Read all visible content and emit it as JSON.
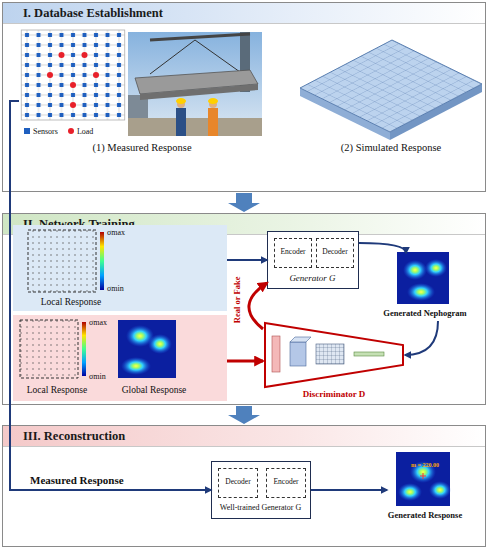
{
  "diagram": {
    "nodes": [
      {
        "text": [
          "I. Database Establishment"
        ]
      },
      {
        "text": [
          "(1) Measured Response"
        ],
        "in": 0
      },
      {
        "text": [
          "(2) Simulated Response"
        ],
        "in": 0
      },
      {
        "text": [
          "II. Network Training"
        ]
      },
      {
        "text": [
          "σmax",
          "σmin",
          "Local Response"
        ],
        "in": 3
      },
      {
        "text": [
          "Generator G"
        ],
        "in": 3
      },
      {
        "text": [
          "Encoder"
        ],
        "in": 5
      },
      {
        "text": [
          "Decoder"
        ],
        "in": 5
      },
      {
        "text": [
          "Generated Nephogram"
        ],
        "in": 3
      },
      {
        "text": [
          "σmax",
          "σmin",
          "Local Response",
          "Global Response"
        ],
        "in": 3
      },
      {
        "text": [
          "Discriminator D"
        ],
        "in": 3
      },
      {
        "text": [
          "III. Reconstruction"
        ]
      },
      {
        "text": [
          "Well-trained Generator G"
        ],
        "in": 11
      },
      {
        "text": [
          "Decoder"
        ],
        "in": 12
      },
      {
        "text": [
          "Encoder"
        ],
        "in": 12
      },
      {
        "text": [
          "Generated Response"
        ],
        "in": 11
      }
    ],
    "edges": [
      {
        "from": 0,
        "to": 3,
        "arrow": "to"
      },
      {
        "from": 3,
        "to": 11,
        "arrow": "to"
      },
      {
        "from": 4,
        "to": 5,
        "arrow": "to"
      },
      {
        "from": 5,
        "to": 8,
        "arrow": "to"
      },
      {
        "from": 8,
        "to": 10,
        "arrow": "to"
      },
      {
        "from": 9,
        "to": 10,
        "arrow": "to"
      },
      {
        "from": 10,
        "to": 5,
        "label": "Real or Fake",
        "arrow": "to"
      },
      {
        "from": 1,
        "to": 12,
        "label": "Measured Response",
        "arrow": "to"
      },
      {
        "from": 12,
        "to": 15,
        "arrow": "to"
      }
    ],
    "labels": [
      "m = 220.00"
    ],
    "legend": [
      {
        "text": "Sensors",
        "color": "#1f5fbf"
      },
      {
        "text": "Load",
        "color": "#e8202a"
      }
    ]
  }
}
